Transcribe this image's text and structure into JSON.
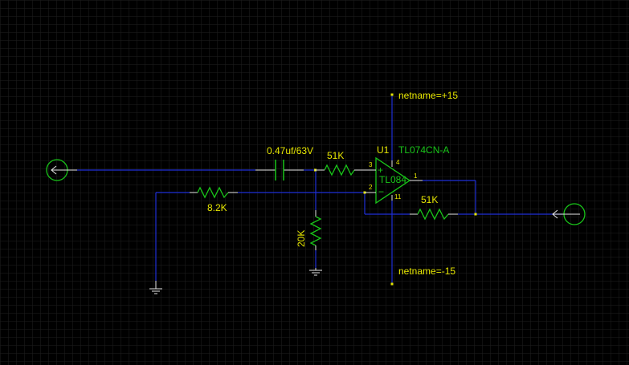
{
  "colors": {
    "background": "#000000",
    "grid": "#1f1f1f",
    "grid_major": "#2a2a2a",
    "wire": "#1f2fd6",
    "component": "#19c519",
    "component_lead": "#e6e6e6",
    "label_yellow": "#e6e600",
    "label_green": "#19c519",
    "junction": "#e6e600"
  },
  "components": {
    "capacitor": {
      "value": "0.47uf/63V"
    },
    "r_input": {
      "value": "51K"
    },
    "r_gain": {
      "value": "8.2K"
    },
    "r_bias": {
      "value": "20K"
    },
    "r_feedback": {
      "value": "51K"
    },
    "opamp": {
      "ref": "U1",
      "part": "TL074CN-A",
      "body_text": "TL084",
      "plus_sign": "+",
      "minus_sign": "−",
      "pins": {
        "noninv": "3",
        "inv": "2",
        "out": "1",
        "vpos": "4",
        "vneg": "11"
      }
    }
  },
  "nets": {
    "vpos": "netname=+15",
    "vneg": "netname=-15"
  },
  "icons": [
    "input-port-icon",
    "output-port-icon",
    "ground-icon"
  ]
}
